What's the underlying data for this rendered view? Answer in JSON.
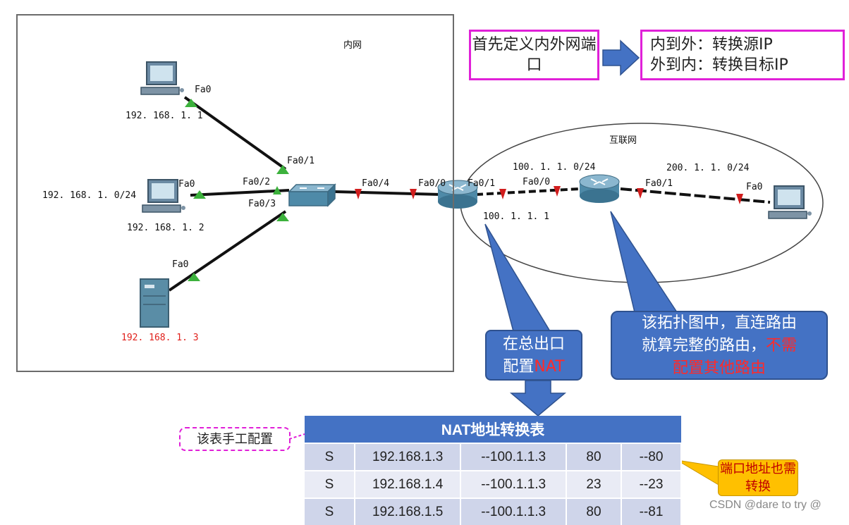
{
  "regions": {
    "intranet_label": "内网",
    "internet_label": "互联网"
  },
  "hosts": {
    "pc1_ip": "192. 168. 1. 1",
    "pc2_ip": "192. 168. 1. 2",
    "server_ip": "192. 168. 1. 3",
    "lan_subnet": "192. 168. 1. 0/24"
  },
  "ports": {
    "pc1_fa": "Fa0",
    "pc2_fa": "Fa0",
    "server_fa": "Fa0",
    "sw_fa01": "Fa0/1",
    "sw_fa02": "Fa0/2",
    "sw_fa03": "Fa0/3",
    "sw_fa04": "Fa0/4",
    "r1_fa00": "Fa0/0",
    "r1_fa01": "Fa0/1",
    "r2_fa00": "Fa0/0",
    "r2_fa01": "Fa0/1",
    "pc3_fa": "Fa0"
  },
  "wan": {
    "net1": "100. 1. 1. 0/24",
    "r1_ip": "100. 1. 1. 1",
    "net2": "200. 1. 1. 0/24"
  },
  "notes": {
    "define_ports": "首先定义内外网端口",
    "in_to_out": "内到外：转换源IP",
    "out_to_in": "外到内：转换目标IP",
    "nat_exit_a": "在总出口",
    "nat_exit_b": "配置",
    "nat_exit_c": "NAT",
    "direct_route_a": "该拓扑图中，直连路由",
    "direct_route_b": "就算完整的路由，",
    "direct_route_c": "不需",
    "direct_route_d": "配置其他路由",
    "manual_config": "该表手工配置",
    "port_convert": "端口地址也需转换"
  },
  "nat_table": {
    "title": "NAT地址转换表",
    "rows": [
      {
        "type": "S",
        "inside": "192.168.1.3",
        "outside": "--100.1.1.3",
        "port_in": "80",
        "port_out": "--80"
      },
      {
        "type": "S",
        "inside": "192.168.1.4",
        "outside": "--100.1.1.3",
        "port_in": "23",
        "port_out": "--23"
      },
      {
        "type": "S",
        "inside": "192.168.1.5",
        "outside": "--100.1.1.3",
        "port_in": "80",
        "port_out": "--81"
      }
    ]
  },
  "watermark": "CSDN @dare to try @",
  "colors": {
    "callout_border": "#e020d8",
    "bubble": "#4472c4",
    "table_header": "#4472c4",
    "warning_red": "#e0201b",
    "port_callout": "#ffc000"
  }
}
